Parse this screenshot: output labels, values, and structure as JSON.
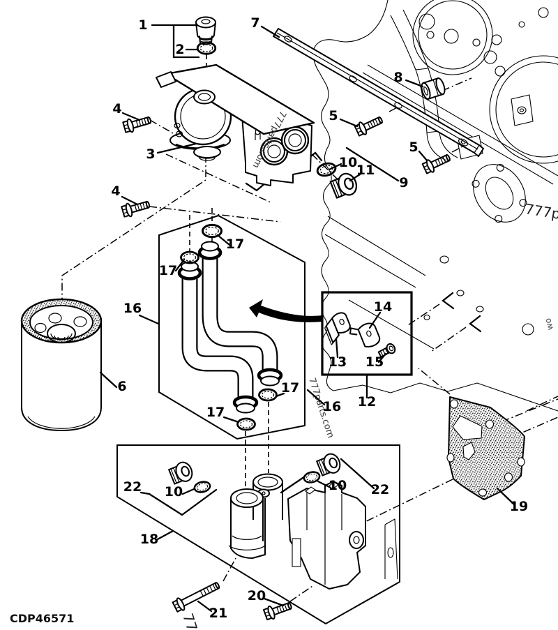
{
  "document_code": "CDP46571",
  "colors": {
    "line": "#000000",
    "background": "#ffffff",
    "gasket_speckle": "#1a1a1a"
  },
  "watermarks": {
    "housing": "777parts.com",
    "tubes": "777parts.com",
    "right_edge": "777pa",
    "bottom_edge": "77",
    "side_edge": "wo"
  },
  "callouts": [
    {
      "label": "1"
    },
    {
      "label": "2"
    },
    {
      "label": "3"
    },
    {
      "label": "4"
    },
    {
      "label": "4"
    },
    {
      "label": "7"
    },
    {
      "label": "5"
    },
    {
      "label": "5"
    },
    {
      "label": "8"
    },
    {
      "label": "9"
    },
    {
      "label": "10"
    },
    {
      "label": "11"
    },
    {
      "label": "6"
    },
    {
      "label": "16"
    },
    {
      "label": "16"
    },
    {
      "label": "17"
    },
    {
      "label": "17"
    },
    {
      "label": "17"
    },
    {
      "label": "17"
    },
    {
      "label": "12"
    },
    {
      "label": "13"
    },
    {
      "label": "14"
    },
    {
      "label": "15"
    },
    {
      "label": "19"
    },
    {
      "label": "22"
    },
    {
      "label": "10"
    },
    {
      "label": "10"
    },
    {
      "label": "22"
    },
    {
      "label": "18"
    },
    {
      "label": "21"
    },
    {
      "label": "20"
    }
  ]
}
